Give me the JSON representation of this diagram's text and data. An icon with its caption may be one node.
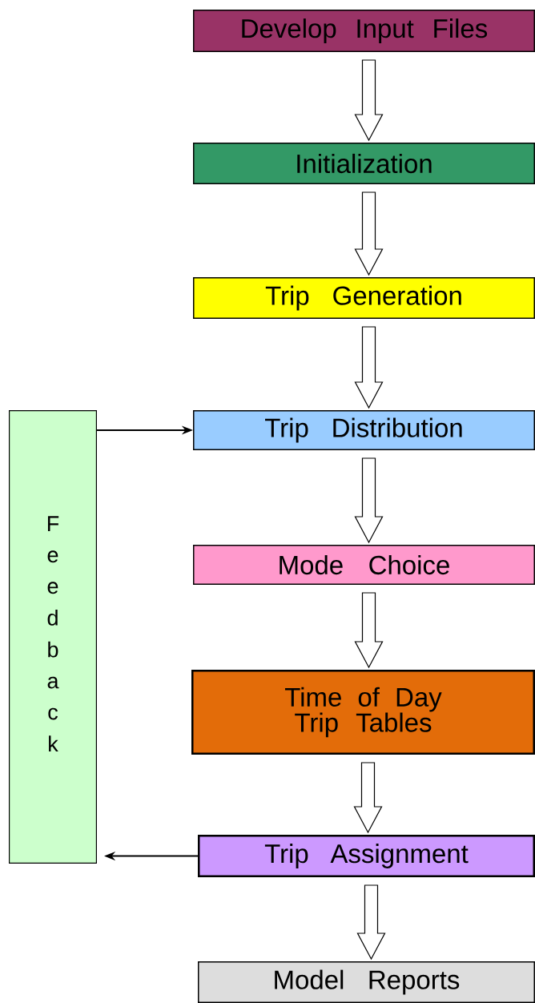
{
  "diagram": {
    "nodes": [
      {
        "text": [
          "Develop Input Files"
        ]
      },
      {
        "text": [
          "Initialization"
        ]
      },
      {
        "text": [
          "Trip Generation"
        ]
      },
      {
        "text": [
          "Trip Distribution"
        ]
      },
      {
        "text": [
          "Mode Choice"
        ]
      },
      {
        "text": [
          "Time of Day Trip Tables"
        ]
      },
      {
        "text": [
          "Trip Assignment"
        ]
      },
      {
        "text": [
          "Model Reports"
        ]
      },
      {
        "text": [
          "Feedback"
        ]
      }
    ],
    "edges": [
      {
        "from": 0,
        "to": 1,
        "arrow": "to"
      },
      {
        "from": 1,
        "to": 2,
        "arrow": "to"
      },
      {
        "from": 2,
        "to": 3,
        "arrow": "to"
      },
      {
        "from": 3,
        "to": 4,
        "arrow": "to"
      },
      {
        "from": 4,
        "to": 5,
        "arrow": "to"
      },
      {
        "from": 5,
        "to": 6,
        "arrow": "to"
      },
      {
        "from": 6,
        "to": 7,
        "arrow": "to"
      },
      {
        "from": 8,
        "to": 3,
        "arrow": "to"
      },
      {
        "from": 6,
        "to": 8,
        "arrow": "to"
      }
    ]
  }
}
